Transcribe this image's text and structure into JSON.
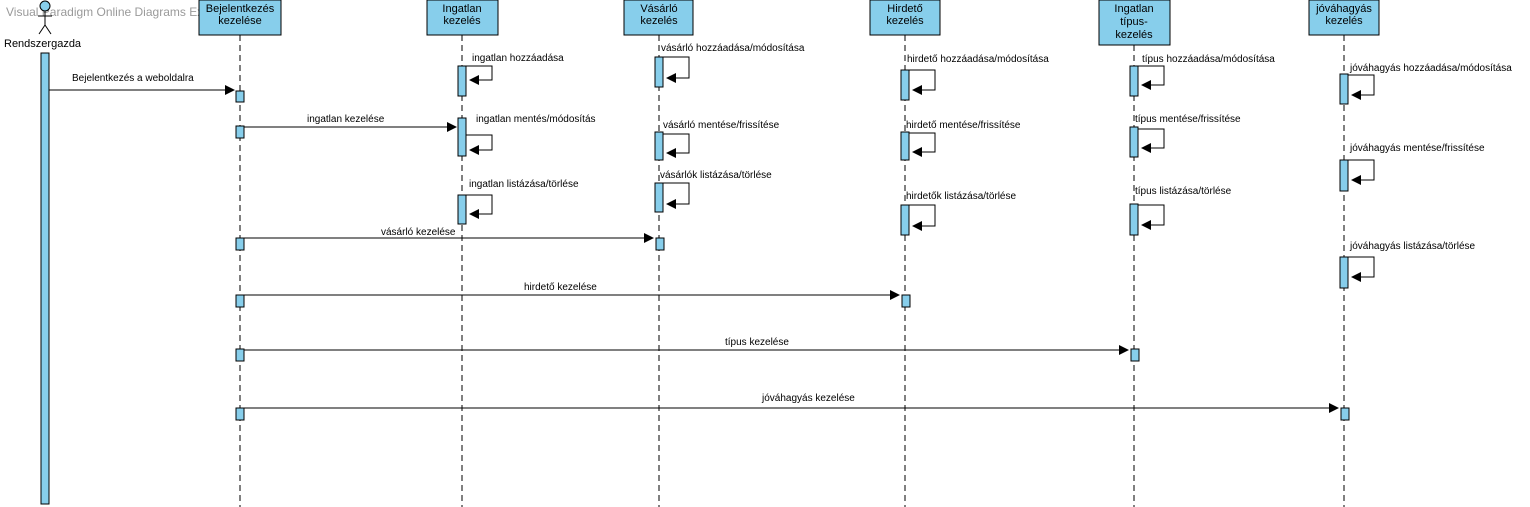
{
  "watermark": "Visual Paradigm Online Diagrams Express Edition",
  "colors": {
    "box_fill": "#87CEEB",
    "line": "#000000",
    "lifeline": "#000000"
  },
  "actor": {
    "label": "Rendszergazda",
    "icon": "stick-figure-icon"
  },
  "lifelines": [
    {
      "id": "bej",
      "lines": [
        "Bejelentkezés",
        "kezelése"
      ]
    },
    {
      "id": "ing",
      "lines": [
        "Ingatlan",
        "kezelés"
      ]
    },
    {
      "id": "vas",
      "lines": [
        "Vásárló",
        "kezelés"
      ]
    },
    {
      "id": "hir",
      "lines": [
        "Hirdető",
        "kezelés"
      ]
    },
    {
      "id": "tip",
      "lines": [
        "Ingatlan",
        "típus-",
        "kezelés"
      ]
    },
    {
      "id": "jov",
      "lines": [
        "jóváhagyás",
        "kezelés"
      ]
    }
  ],
  "messages": [
    {
      "from": "actor",
      "to": "bej",
      "label": "Bejelentkezés a weboldalra"
    },
    {
      "from": "bej",
      "to": "ing",
      "label": "ingatlan kezelése"
    },
    {
      "from": "bej",
      "to": "vas",
      "label": "vásárló kezelése"
    },
    {
      "from": "bej",
      "to": "hir",
      "label": "hirdető kezelése"
    },
    {
      "from": "bej",
      "to": "tip",
      "label": "típus kezelése"
    },
    {
      "from": "bej",
      "to": "jov",
      "label": "jóváhagyás kezelése"
    }
  ],
  "self_messages": [
    {
      "on": "ing",
      "label": "ingatlan hozzáadása"
    },
    {
      "on": "ing",
      "label": "ingatlan mentés/módosítás"
    },
    {
      "on": "ing",
      "label": "ingatlan listázása/törlése"
    },
    {
      "on": "vas",
      "label": "vásárló hozzáadása/módosítása"
    },
    {
      "on": "vas",
      "label": "vásárló mentése/frissítése"
    },
    {
      "on": "vas",
      "label": "vásárlók listázása/törlése"
    },
    {
      "on": "hir",
      "label": "hirdető hozzáadása/módosítása"
    },
    {
      "on": "hir",
      "label": "hirdető mentése/frissítése"
    },
    {
      "on": "hir",
      "label": "hirdetők listázása/törlése"
    },
    {
      "on": "tip",
      "label": "típus hozzáadása/módosítása"
    },
    {
      "on": "tip",
      "label": "típus mentése/frissítése"
    },
    {
      "on": "tip",
      "label": "típus listázása/törlése"
    },
    {
      "on": "jov",
      "label": "jóváhagyás hozzáadása/módosítása"
    },
    {
      "on": "jov",
      "label": "jóváhagyás mentése/frissítése"
    },
    {
      "on": "jov",
      "label": "jóváhagyás listázása/törlése"
    }
  ]
}
